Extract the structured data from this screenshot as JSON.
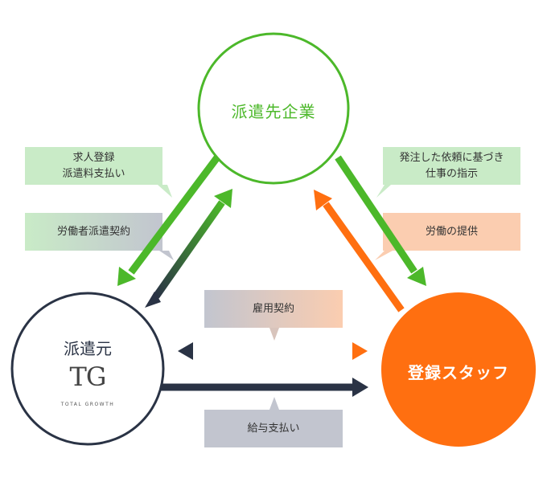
{
  "colors": {
    "green": "#4cb82a",
    "green_light": "#c9ebc7",
    "navy": "#2a3345",
    "orange": "#ff6f10",
    "peach": "#fbcdb0",
    "gray_box": "#c2c5cf"
  },
  "nodes": {
    "client": {
      "label": "派遣先企業"
    },
    "agency": {
      "label": "派遣元",
      "logo_mark": "TG",
      "logo_text": "TOTAL GROWTH"
    },
    "staff": {
      "label": "登録スタッフ"
    }
  },
  "callouts": {
    "client_to_agency_1": {
      "line1": "求人登録",
      "line2": "派遣料支払い"
    },
    "agency_to_client": {
      "line1": "労働者派遣契約"
    },
    "client_to_staff": {
      "line1": "発注した依頼に基づき",
      "line2": "仕事の指示"
    },
    "staff_to_client": {
      "line1": "労働の提供"
    },
    "employment_contract": {
      "line1": "雇用契約"
    },
    "salary": {
      "line1": "給与支払い"
    }
  }
}
